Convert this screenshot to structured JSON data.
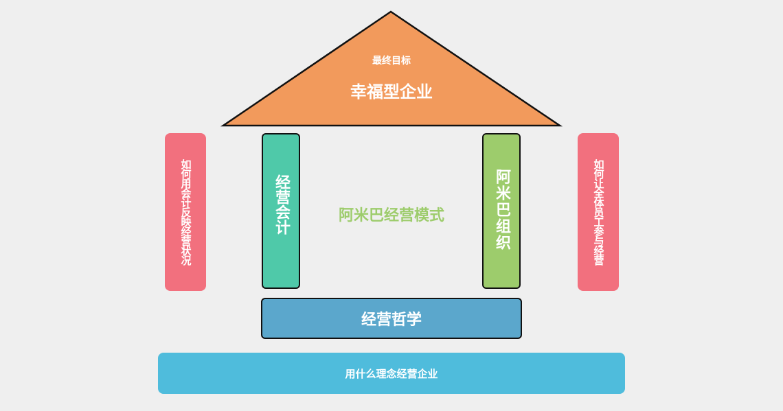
{
  "roof": {
    "subtitle": "最终目标",
    "title": "幸福型企业",
    "color": "#f29a5c"
  },
  "left_side": {
    "label": "如何用会计反映经营状况",
    "color": "#f2707e"
  },
  "right_side": {
    "label": "如何让全体员工参与经营",
    "color": "#f2707e"
  },
  "pillars": {
    "left": {
      "label": "经营会计",
      "color": "#4fc9a9"
    },
    "right": {
      "label": "阿米巴组织",
      "color": "#9dcc6c"
    }
  },
  "center": {
    "label": "阿米巴经营模式",
    "color": "#9dcc6c"
  },
  "foundation": {
    "label": "经营哲学",
    "color": "#5ba7cc"
  },
  "base": {
    "label": "用什么理念经营企业",
    "color": "#4fbcdc"
  }
}
